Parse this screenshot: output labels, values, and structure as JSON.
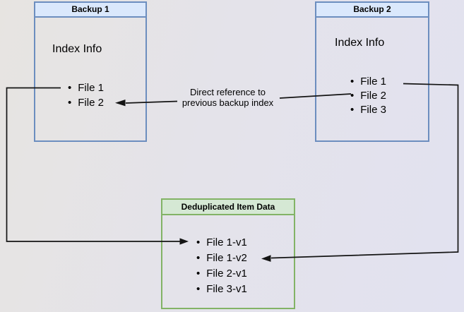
{
  "diagram": {
    "backup1": {
      "title": "Backup 1",
      "body_label": "Index Info",
      "files": [
        "File 1",
        "File 2"
      ]
    },
    "backup2": {
      "title": "Backup 2",
      "body_label": "Index Info",
      "files": [
        "File 1",
        "File 2",
        "File 3"
      ]
    },
    "dedup": {
      "title": "Deduplicated Item Data",
      "items": [
        "File 1-v1",
        "File 1-v2",
        "File 2-v1",
        "File 3-v1"
      ]
    },
    "annotation": {
      "line1": "Direct reference to",
      "line2": "previous backup index"
    },
    "colors": {
      "blue_node_fill": "#dae8fc",
      "blue_node_border": "#6c8ebf",
      "green_node_fill": "#d5e8d4",
      "green_node_border": "#82b366",
      "connector": "#141414",
      "background_left": "#e7e4e1",
      "background_right": "#e2e2f0"
    }
  }
}
